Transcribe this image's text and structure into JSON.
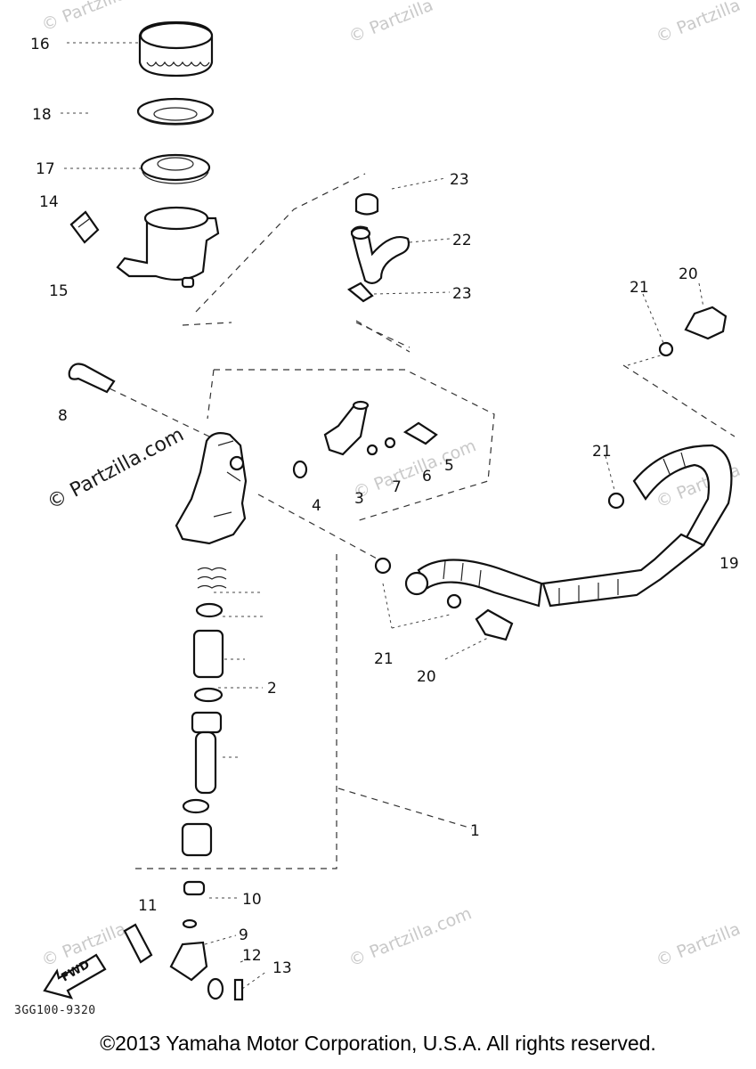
{
  "watermark": {
    "site": "© Partzilla.com",
    "short": "© Partzilla"
  },
  "diagram_code": "3GG100-9320",
  "fwd_label": "FWD",
  "copyright": "©2013  Yamaha Motor Corporation, U.S.A. All rights reserved.",
  "callouts": {
    "c16": "16",
    "c18": "18",
    "c17": "17",
    "c14": "14",
    "c15": "15",
    "c23a": "23",
    "c22": "22",
    "c23b": "23",
    "c21a": "21",
    "c20a": "20",
    "c8": "8",
    "c4": "4",
    "c3": "3",
    "c7": "7",
    "c6": "6",
    "c5": "5",
    "c21b": "21",
    "c19": "19",
    "c21c": "21",
    "c20b": "20",
    "c2": "2",
    "c1": "1",
    "c10": "10",
    "c11": "11",
    "c9": "9",
    "c12": "12",
    "c13": "13"
  }
}
